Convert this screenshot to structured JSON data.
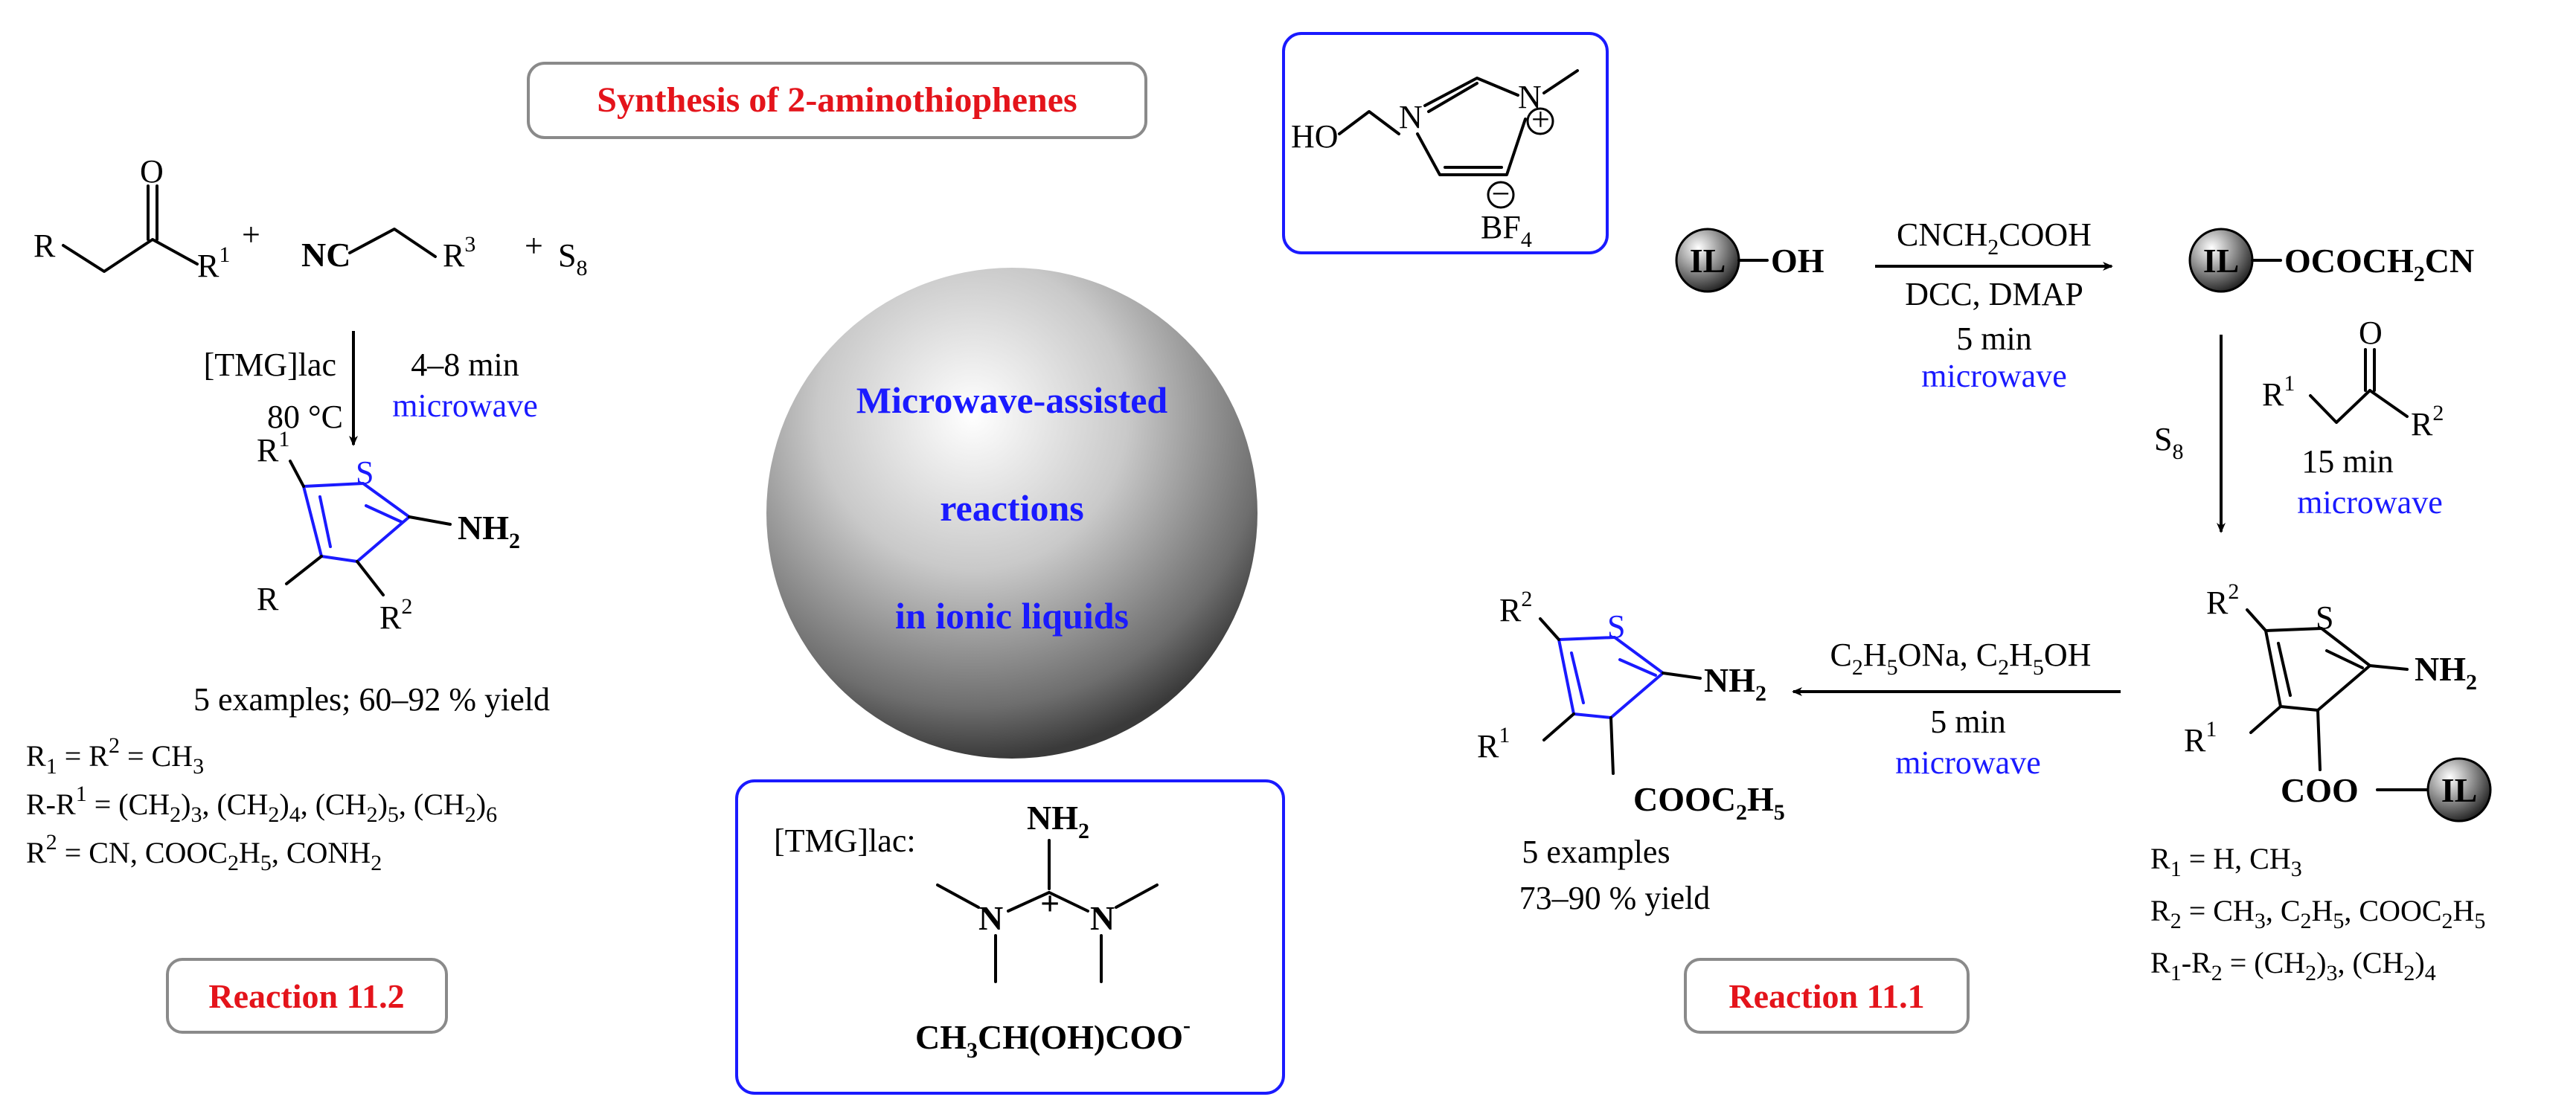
{
  "header": {
    "title": "Synthesis of 2-aminothiophenes",
    "title_color": "#e4141b"
  },
  "center": {
    "line1": "Microwave-assisted",
    "line2": "reactions",
    "line3": "in ionic liquids",
    "text_color": "#1a1aff"
  },
  "reaction_left": {
    "label": "Reaction 11.2",
    "reagent_1": "[TMG]lac",
    "temperature": "80 °C",
    "time": "4–8 min",
    "heating": "microwave",
    "plus_1": "+",
    "plus_2": "+",
    "s8": "S",
    "s8_sub": "8",
    "atom_o": "O",
    "atom_r": "R",
    "atom_r1": "R",
    "atom_r1_sup": "1",
    "atom_nc": "NC",
    "atom_r3": "R",
    "atom_r3_sup": "3",
    "prod_r1": "R",
    "prod_r1_sup": "1",
    "prod_s": "S",
    "prod_nh2": "NH",
    "prod_nh2_sub": "2",
    "prod_r": "R",
    "prod_r2": "R",
    "prod_r2_sup": "2",
    "yield": "5 examples; 60–92 % yield",
    "sub1": "R",
    "sub1_sub": "1",
    "sub1_rest": " = R",
    "sub1_sup": "2",
    "sub1_end": " = CH",
    "sub1_end_sub": "3",
    "sub2_a": "R-R",
    "sub2_sup": "1",
    "sub2_b": " = (CH",
    "sub2_s1": "2",
    "sub2_c": ")",
    "sub2_s2": "3",
    "sub2_d": ", (CH",
    "sub2_s3": "2",
    "sub2_e": ")",
    "sub2_s4": "4",
    "sub2_f": ", (CH",
    "sub2_s5": "2",
    "sub2_g": ")",
    "sub2_s6": "5",
    "sub2_h": ", (CH",
    "sub2_s7": "2",
    "sub2_i": ")",
    "sub2_s8": "6",
    "sub3_a": "R",
    "sub3_sup": "2",
    "sub3_b": " = CN, COOC",
    "sub3_s1": "2",
    "sub3_c": "H",
    "sub3_s2": "5",
    "sub3_d": ", CONH",
    "sub3_s3": "2"
  },
  "il_box": {
    "ho": "HO",
    "n1": "N",
    "n2": "N",
    "plus": "+",
    "bf": "BF",
    "bf_sub": "4",
    "minus": "−",
    "border_color": "#1a1aff"
  },
  "tmg_box": {
    "label": "[TMG]lac:",
    "nh2": "NH",
    "nh2_sub": "2",
    "n_left": "N",
    "n_right": "N",
    "plus": "+",
    "anion": "CH",
    "anion_s1": "3",
    "anion_b": "CH(OH)COO",
    "anion_sup": "-",
    "border_color": "#1a1aff"
  },
  "reaction_right": {
    "label": "Reaction 11.1",
    "il": "IL",
    "oh": "OH",
    "reagent_1a": "CNCH",
    "reagent_1a_sub": "2",
    "reagent_1b": "COOH",
    "reagent_2": "DCC, DMAP",
    "time_1": "5 min",
    "heating_1": "microwave",
    "ester_a": "OCOCH",
    "ester_sub": "2",
    "ester_b": "CN",
    "s8": "S",
    "s8_sub": "8",
    "ketone_r1": "R",
    "ketone_r1_sup": "1",
    "ketone_o": "O",
    "ketone_r2": "R",
    "ketone_r2_sup": "2",
    "time_2": "15 min",
    "heating_2": "microwave",
    "bound_r2": "R",
    "bound_r2_sup": "2",
    "bound_s": "S",
    "bound_nh2": "NH",
    "bound_nh2_sub": "2",
    "bound_r1": "R",
    "bound_r1_sup": "1",
    "bound_coo": "COO",
    "cleave_a": "C",
    "cleave_s1": "2",
    "cleave_b": "H",
    "cleave_s2": "5",
    "cleave_c": "ONa, C",
    "cleave_s3": "2",
    "cleave_d": "H",
    "cleave_s4": "5",
    "cleave_e": "OH",
    "time_3": "5 min",
    "heating_3": "microwave",
    "prod_r2": "R",
    "prod_r2_sup": "2",
    "prod_s": "S",
    "prod_nh2": "NH",
    "prod_nh2_sub": "2",
    "prod_r1": "R",
    "prod_r1_sup": "1",
    "prod_ester_a": "COOC",
    "prod_ester_s1": "2",
    "prod_ester_b": "H",
    "prod_ester_s2": "5",
    "yield_1": "5 examples",
    "yield_2": "73–90 % yield",
    "sub1_a": "R",
    "sub1_s": "1",
    "sub1_b": " = H, CH",
    "sub1_s2": "3",
    "sub2_a": "R",
    "sub2_s": "2",
    "sub2_b": " = CH",
    "sub2_s2": "3",
    "sub2_c": ", C",
    "sub2_s3": "2",
    "sub2_d": "H",
    "sub2_s4": "5",
    "sub2_e": ", COOC",
    "sub2_s5": "2",
    "sub2_f": "H",
    "sub2_s6": "5",
    "sub3_a": "R",
    "sub3_s1": "1",
    "sub3_b": "-R",
    "sub3_s2": "2",
    "sub3_c": " = (CH",
    "sub3_s3": "2",
    "sub3_d": ")",
    "sub3_s4": "3",
    "sub3_e": ", (CH",
    "sub3_s5": "2",
    "sub3_f": ")",
    "sub3_s6": "4"
  }
}
